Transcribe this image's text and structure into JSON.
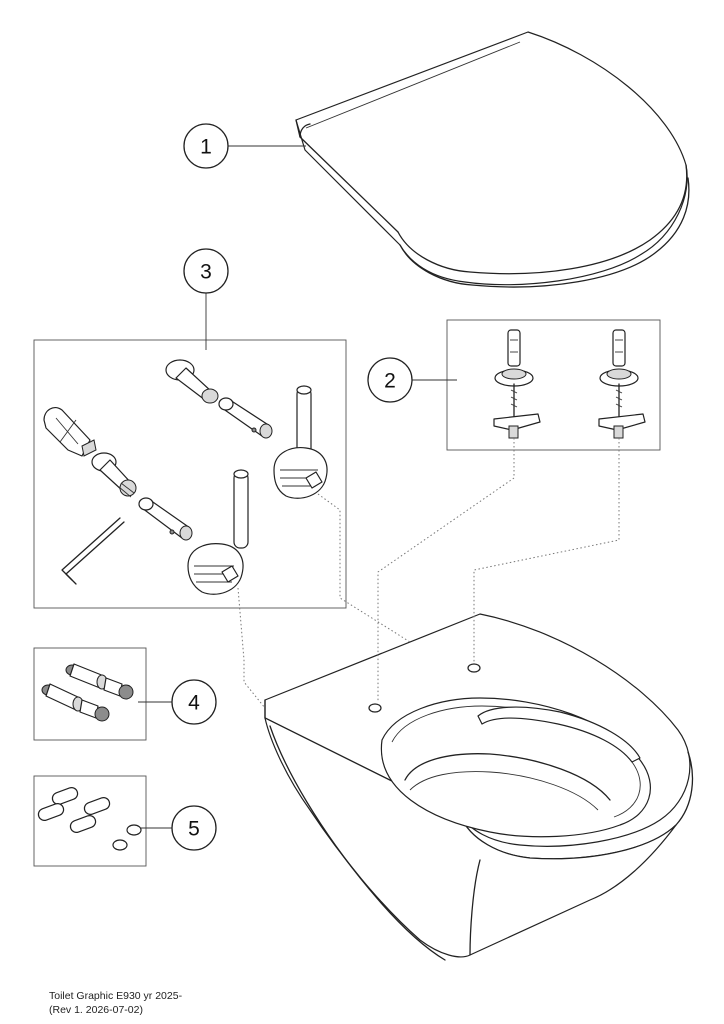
{
  "callouts": [
    {
      "label": "1",
      "part": "seat"
    },
    {
      "label": "2",
      "part": "fixing-bolts"
    },
    {
      "label": "3",
      "part": "hinge-kit"
    },
    {
      "label": "4",
      "part": "adapter-screws"
    },
    {
      "label": "5",
      "part": "rubber-buffers"
    }
  ],
  "caption": {
    "line1": "Toilet Graphic E930 yr 2025-",
    "line2": "(Rev 1.  2026-07-02)"
  }
}
